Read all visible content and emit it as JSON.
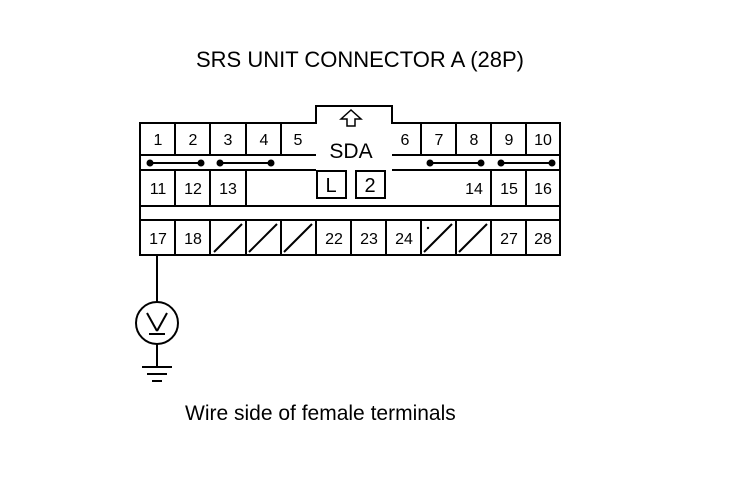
{
  "title": "SRS UNIT CONNECTOR A (28P)",
  "caption": "Wire side of female terminals",
  "key_label": "SDA",
  "lock_labels": [
    "L",
    "2"
  ],
  "row1": [
    "1",
    "2",
    "3",
    "4",
    "5",
    "6",
    "7",
    "8",
    "9",
    "10"
  ],
  "row2": [
    "11",
    "12",
    "13",
    "14",
    "15",
    "16"
  ],
  "row3": [
    "17",
    "18",
    "22",
    "23",
    "24",
    "27",
    "28"
  ],
  "meter_icon": "voltmeter-icon",
  "ground_icon": "ground-icon"
}
